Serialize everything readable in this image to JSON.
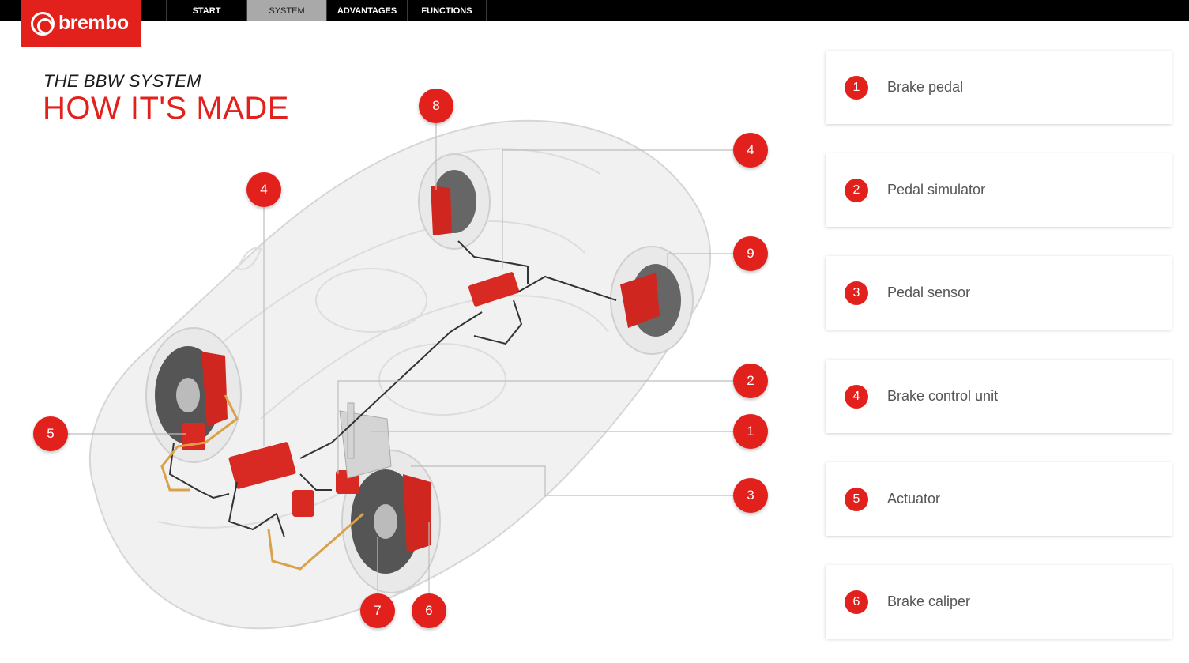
{
  "brand": {
    "name": "brembo",
    "color": "#e2211c"
  },
  "nav": {
    "items": [
      {
        "label": "START",
        "active": false
      },
      {
        "label": "SYSTEM",
        "active": true
      },
      {
        "label": "ADVANTAGES",
        "active": false
      },
      {
        "label": "FUNCTIONS",
        "active": false
      }
    ]
  },
  "heading": {
    "kicker": "THE BBW SYSTEM",
    "title": "HOW IT'S MADE"
  },
  "markers": [
    "8",
    "4",
    "4",
    "9",
    "5",
    "2",
    "1",
    "3",
    "7",
    "6"
  ],
  "legend": [
    {
      "num": "1",
      "label": "Brake pedal"
    },
    {
      "num": "2",
      "label": "Pedal simulator"
    },
    {
      "num": "3",
      "label": "Pedal sensor"
    },
    {
      "num": "4",
      "label": "Brake control unit"
    },
    {
      "num": "5",
      "label": "Actuator"
    },
    {
      "num": "6",
      "label": "Brake caliper"
    }
  ],
  "colors": {
    "accent": "#e2211c",
    "nav_bg": "#000000",
    "nav_active": "#a9a9a9",
    "wire": "#333333",
    "hydraulic": "#d9a24a"
  },
  "icons": {
    "logo": "brembo-logo-icon",
    "illustration": "transparent-car-brake-by-wire-illustration"
  }
}
